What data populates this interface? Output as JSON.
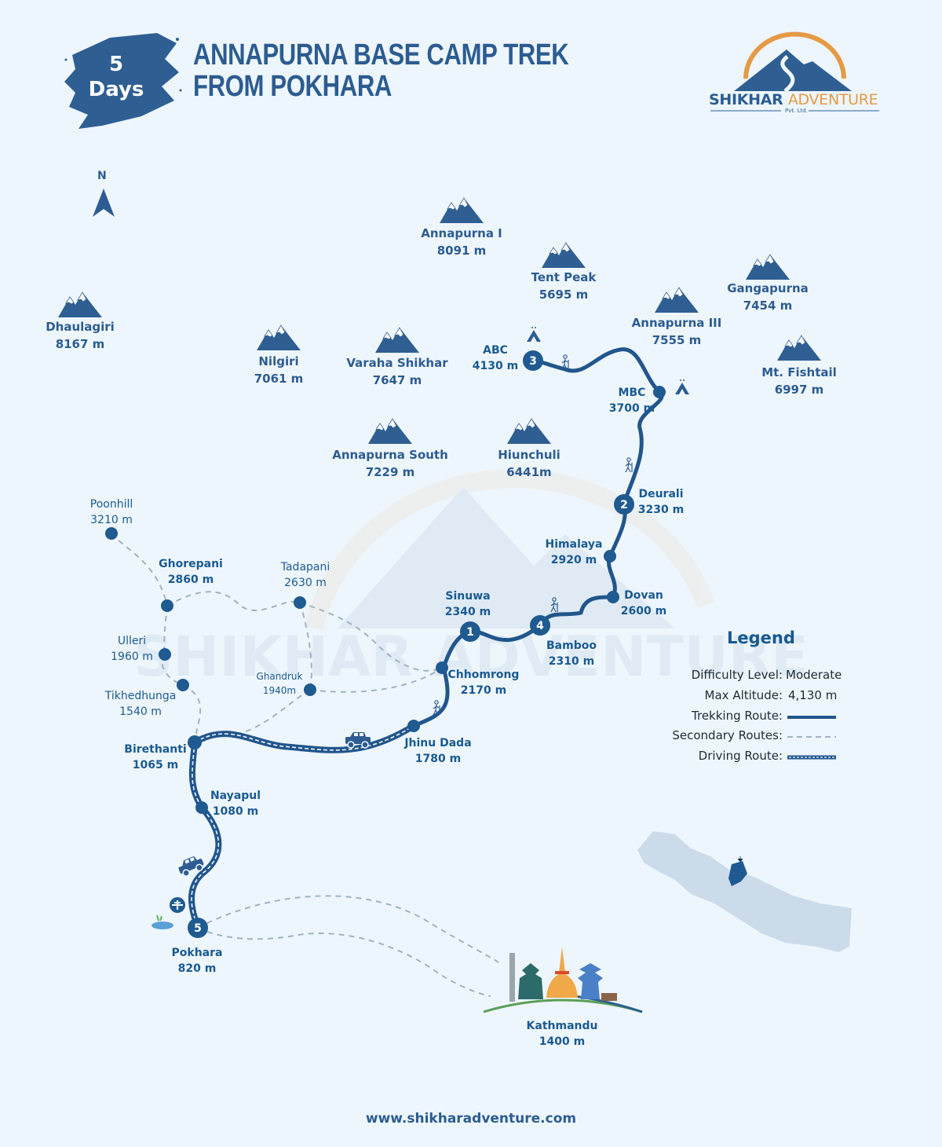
{
  "header": {
    "duration_number": "5",
    "duration_unit": "Days",
    "title_line1": "ANNAPURNA BASE CAMP TREK",
    "title_line2": "FROM POKHARA"
  },
  "logo": {
    "name_part1": "SHIKHAR",
    "name_part2": "ADVENTURE",
    "subtitle": "Pvt. Ltd.",
    "colors": {
      "blue": "#2a5e93",
      "orange": "#e59a45"
    }
  },
  "compass": {
    "label": "N",
    "icon": "north-arrow-icon"
  },
  "peaks": [
    {
      "name": "Annapurna I",
      "altitude": "8091 m"
    },
    {
      "name": "Tent Peak",
      "altitude": "5695 m"
    },
    {
      "name": "Gangapurna",
      "altitude": "7454 m"
    },
    {
      "name": "Annapurna III",
      "altitude": "7555 m"
    },
    {
      "name": "Mt. Fishtail",
      "altitude": "6997 m"
    },
    {
      "name": "Dhaulagiri",
      "altitude": "8167 m"
    },
    {
      "name": "Nilgiri",
      "altitude": "7061 m"
    },
    {
      "name": "Varaha Shikhar",
      "altitude": "7647 m"
    },
    {
      "name": "Annapurna South",
      "altitude": "7229 m"
    },
    {
      "name": "Hiunchuli",
      "altitude": "6441m"
    }
  ],
  "trek_stops": [
    {
      "name": "ABC",
      "altitude": "4130 m",
      "day": "3"
    },
    {
      "name": "MBC",
      "altitude": "3700 m"
    },
    {
      "name": "Deurali",
      "altitude": "3230 m",
      "day": "2"
    },
    {
      "name": "Himalaya",
      "altitude": "2920 m"
    },
    {
      "name": "Dovan",
      "altitude": "2600 m"
    },
    {
      "name": "Bamboo",
      "altitude": "2310 m",
      "day": "4"
    },
    {
      "name": "Sinuwa",
      "altitude": "2340 m",
      "day": "1"
    },
    {
      "name": "Chhomrong",
      "altitude": "2170 m"
    },
    {
      "name": "Jhinu Dada",
      "altitude": "1780 m"
    },
    {
      "name": "Birethanti",
      "altitude": "1065 m"
    },
    {
      "name": "Nayapul",
      "altitude": "1080 m"
    },
    {
      "name": "Pokhara",
      "altitude": "820 m",
      "day": "5"
    }
  ],
  "secondary_stops": [
    {
      "name": "Poonhill",
      "altitude": "3210 m"
    },
    {
      "name": "Ghorepani",
      "altitude": "2860 m"
    },
    {
      "name": "Tadapani",
      "altitude": "2630 m"
    },
    {
      "name": "Ulleri",
      "altitude": "1960 m"
    },
    {
      "name": "Ghandruk",
      "altitude": "1940m"
    },
    {
      "name": "Tikhedhunga",
      "altitude": "1540 m"
    }
  ],
  "kathmandu": {
    "name": "Kathmandu",
    "altitude": "1400 m"
  },
  "legend": {
    "title": "Legend",
    "difficulty_label": "Difficulty Level:",
    "difficulty_value": "Moderate",
    "max_altitude_label": "Max Altitude:",
    "max_altitude_value": "4,130 m",
    "trekking_label": "Trekking Route:",
    "secondary_label": "Secondary Routes:",
    "driving_label": "Driving Route:"
  },
  "colors": {
    "background": "#eef6fd",
    "route": "#21568c",
    "secondary_route": "#9fb3c4",
    "peak": "#2f5f92",
    "accent": "#e59a45"
  },
  "footer": {
    "website": "www.shikharadventure.com"
  }
}
